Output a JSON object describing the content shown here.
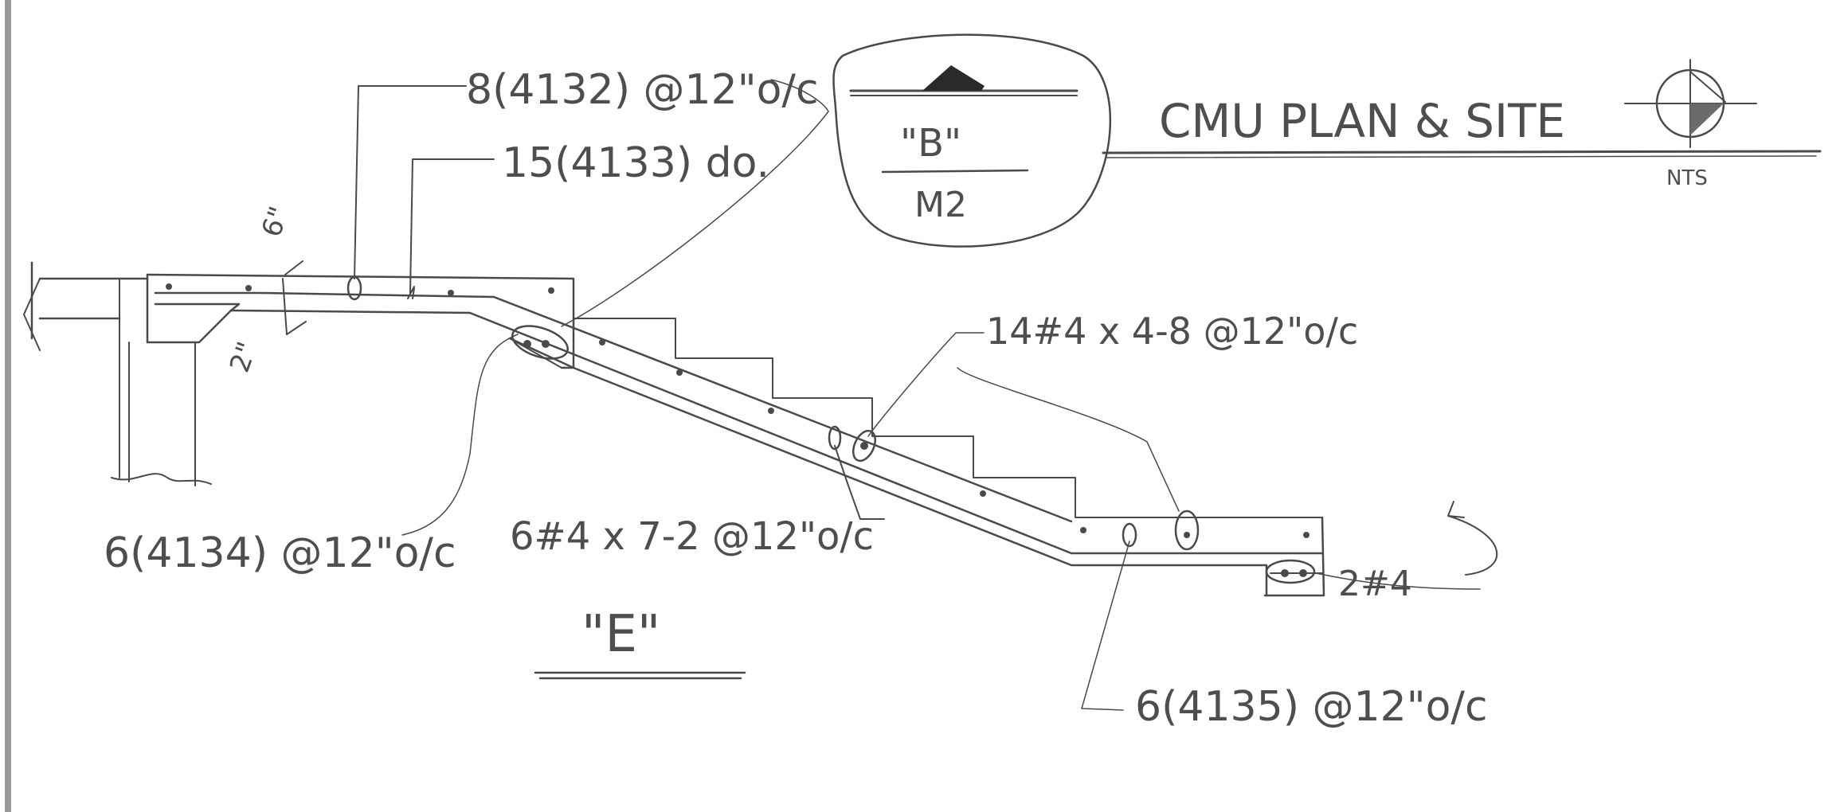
{
  "sheet": {
    "colors": {
      "pencil": "#4a4a4a",
      "paper": "#ffffff",
      "border": "#9a9a9a"
    }
  },
  "title_block": {
    "title": "CMU PLAN & SITE",
    "scale": "NTS"
  },
  "section_callout": {
    "section_label": "\"B\"",
    "sheet_ref": "M2"
  },
  "section_title": "\"E\"",
  "dimensions": {
    "slab_thickness": "6\"",
    "step_down": "2\""
  },
  "notes": {
    "top_bars": "8(4132) @12\"o/c",
    "dowels": "15(4133) do.",
    "bottom_bars": "6(4134) @12\"o/c",
    "slope_bars": "6#4 x 7-2 @12\"o/c",
    "stair_bars": "14#4 x 4-8 @12\"o/c",
    "landing_bars": "6(4135) @12\"o/c",
    "edge_bars": "2#4"
  }
}
